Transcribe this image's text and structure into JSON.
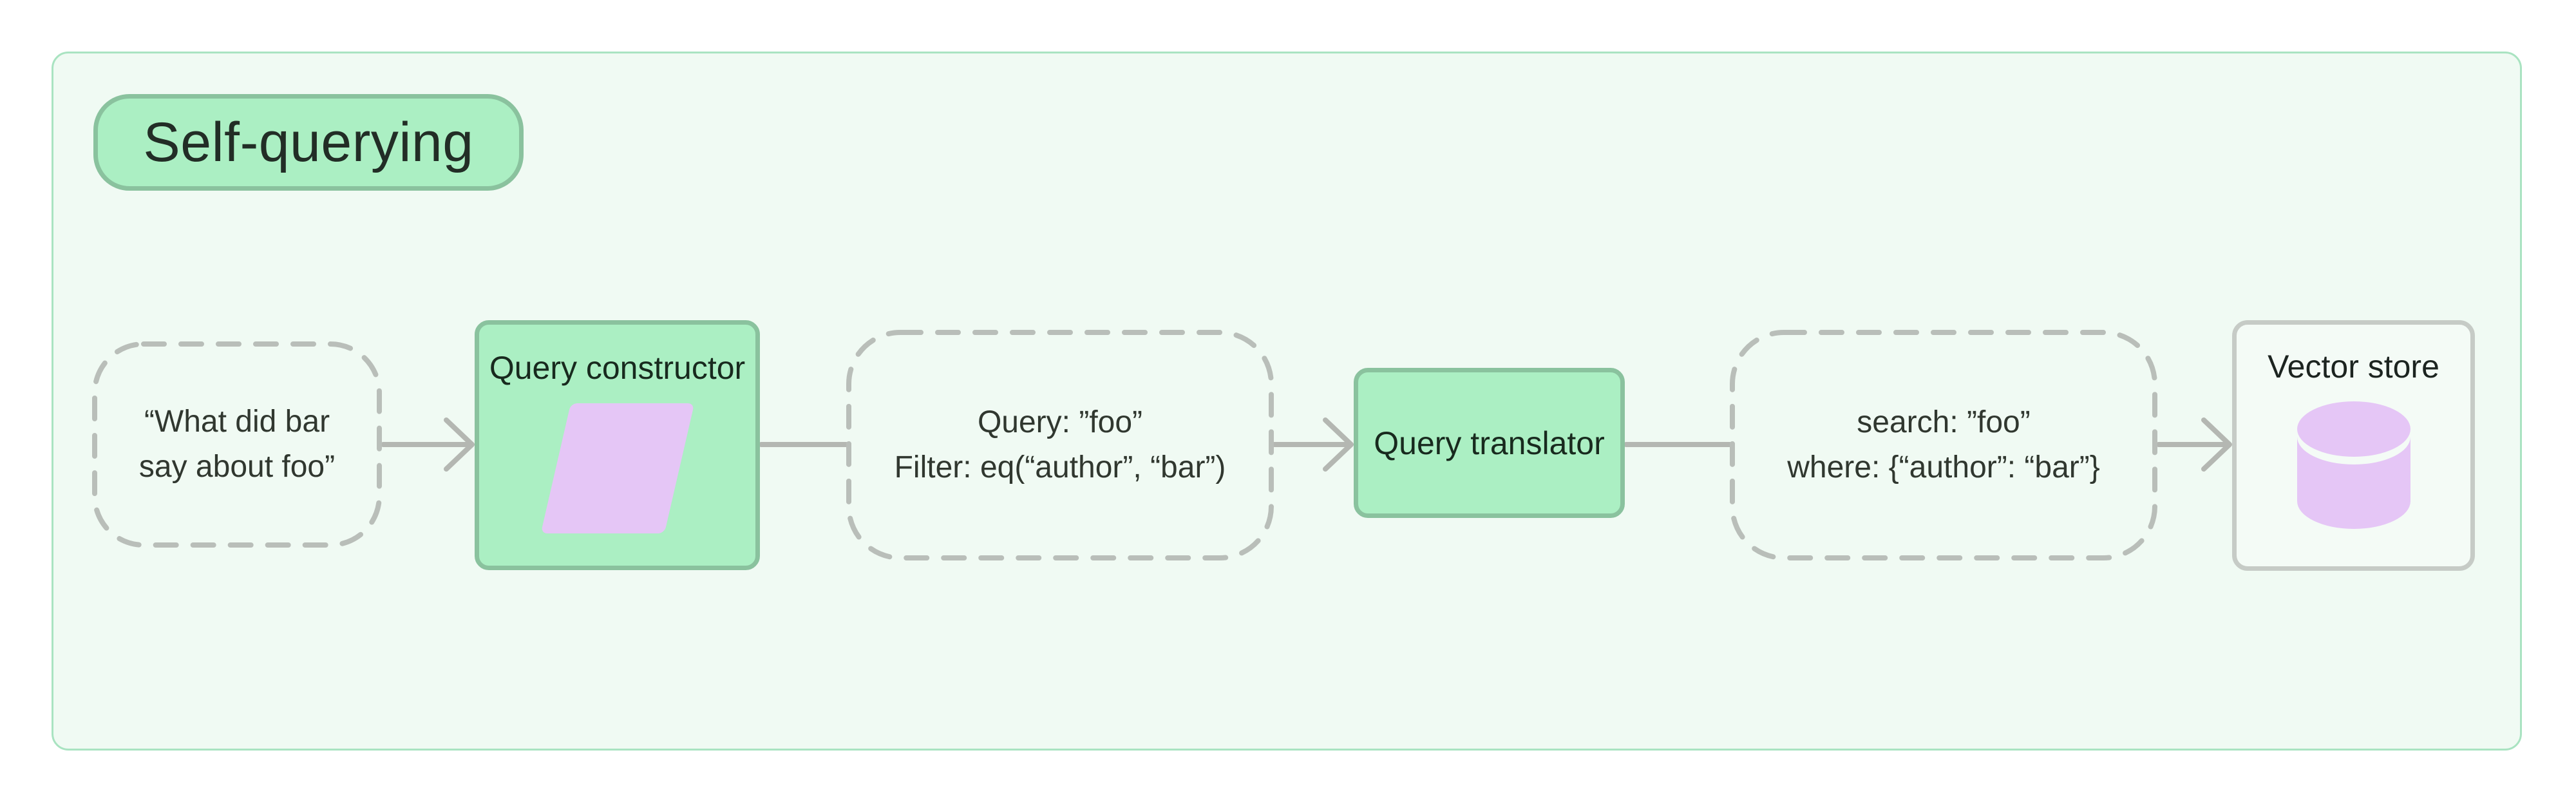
{
  "title_badge": {
    "label": "Self-querying"
  },
  "nodes": {
    "user_query": {
      "lines": [
        "“What did bar",
        "say about foo”"
      ]
    },
    "query_constructor": {
      "label": "Query constructor",
      "icon": "parallelogram-icon"
    },
    "constructed_query": {
      "lines": [
        "Query: ”foo”",
        "Filter: eq(“author”, “bar”)"
      ]
    },
    "query_translator": {
      "label": "Query translator"
    },
    "translated_query": {
      "lines": [
        "search: ”foo”",
        "where: {“author”: “bar”}"
      ]
    },
    "vector_store": {
      "label": "Vector store",
      "icon": "database-icon"
    }
  },
  "edges": [
    {
      "from": "user_query",
      "to": "query_constructor",
      "arrowhead": true
    },
    {
      "from": "query_constructor",
      "to": "constructed_query",
      "arrowhead": false
    },
    {
      "from": "constructed_query",
      "to": "query_translator",
      "arrowhead": true
    },
    {
      "from": "query_translator",
      "to": "translated_query",
      "arrowhead": false
    },
    {
      "from": "translated_query",
      "to": "vector_store",
      "arrowhead": true
    }
  ],
  "colors": {
    "page_bg": "#ffffff",
    "panel_bg": "#f0faf3",
    "panel_border": "#a9e3c1",
    "green_fill": "#abefc3",
    "green_border": "#8ac29e",
    "lavender": "#e5c6f6",
    "dashed_border": "#b9beb9",
    "connector_gray": "#b4b7b2",
    "vector_store_border": "#c6cbc6",
    "text_dark": "#182a1e",
    "text_gray": "#30372f"
  }
}
